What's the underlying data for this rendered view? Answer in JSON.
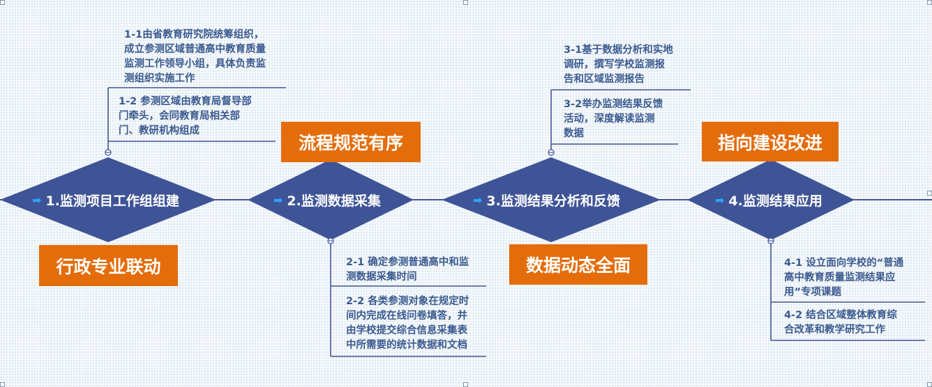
{
  "steps": [
    {
      "label": "1.监测项目工作组组建",
      "icon": "arrow-right-icon"
    },
    {
      "label": "2.监测数据采集",
      "icon": "arrow-right-icon"
    },
    {
      "label": "3.监测结果分析和反馈",
      "icon": "arrow-right-icon"
    },
    {
      "label": "4.监测结果应用",
      "icon": "arrow-right-icon"
    }
  ],
  "notes": {
    "n1_1": "1-1由省教育研究院统筹组织，\n成立参测区域普通高中教育质量\n监测工作领导小组，具体负责监\n测组织实施工作",
    "n1_2": "1-2 参测区域由教育局督导部\n门牵头，会同教育局相关部\n门、教研机构组成",
    "n2_1": "2-1 确定参测普通高中和监\n测数据采集时间",
    "n2_2": "2-2 各类参测对象在规定时\n间内完成在线问卷填答，并\n由学校提交综合信息采集表\n中所需要的统计数据和文档",
    "n3_1": "3-1基于数据分析和实地\n调研，撰写学校监测报\n告和区域监测报告",
    "n3_2": "3-2举办监测结果反馈\n活动，深度解读监测\n数据",
    "n4_1": "4-1 设立面向学校的“普通\n高中教育质量监测结果应\n用”专项课题",
    "n4_2": "4-2 结合区域整体教育综\n合改革和教学研究工作"
  },
  "tags": {
    "t1": "行政专业联动",
    "t2": "流程规范有序",
    "t3": "数据动态全面",
    "t4": "指向建设改进"
  },
  "colors": {
    "diamond": "#3f5497",
    "connector": "#3f5497",
    "tag_bg": "#e46c0a",
    "note_text": "#3b5a8f",
    "step_arrow": "#2aa3ff"
  }
}
